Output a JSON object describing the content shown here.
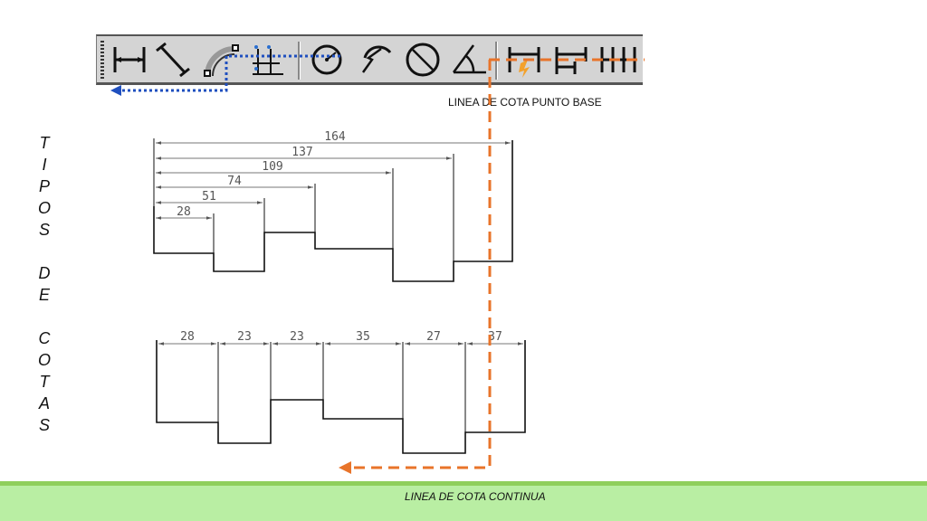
{
  "toolbar": {
    "tools": [
      {
        "name": "linear-dimension",
        "icon": "linear-dimension-icon"
      },
      {
        "name": "aligned-dimension",
        "icon": "aligned-dimension-icon"
      },
      {
        "name": "arc-length-dimension",
        "icon": "arc-length-dimension-icon"
      },
      {
        "name": "ordinate-dimension",
        "icon": "ordinate-dimension-icon"
      },
      {
        "name": "radius-dimension",
        "icon": "radius-dimension-icon"
      },
      {
        "name": "jogged-dimension",
        "icon": "jogged-dimension-icon"
      },
      {
        "name": "diameter-dimension",
        "icon": "diameter-dimension-icon"
      },
      {
        "name": "angular-dimension",
        "icon": "angular-dimension-icon"
      },
      {
        "name": "quick-dimension",
        "icon": "quick-dimension-icon"
      },
      {
        "name": "baseline-dimension",
        "icon": "baseline-dimension-icon"
      },
      {
        "name": "continue-dimension",
        "icon": "continue-dimension-icon"
      }
    ]
  },
  "side_title": "T\nI\nP\nO\nS\n\nD\nE\n\nC\nO\nT\nA\nS",
  "labels": {
    "baseline": "LINEA DE COTA PUNTO BASE",
    "continuous": "LINEA DE COTA CONTINUA"
  },
  "baseline_dims": [
    "164",
    "137",
    "109",
    "74",
    "51",
    "28"
  ],
  "continuous_dims": [
    "28",
    "23",
    "23",
    "35",
    "27",
    "37"
  ],
  "colors": {
    "orange_arrow": "#e8742a",
    "blue_arrow": "#1f4fbf",
    "footer_band": "#b9eea3",
    "footer_border": "#8fcf5c",
    "dimension_gray": "#555555"
  }
}
